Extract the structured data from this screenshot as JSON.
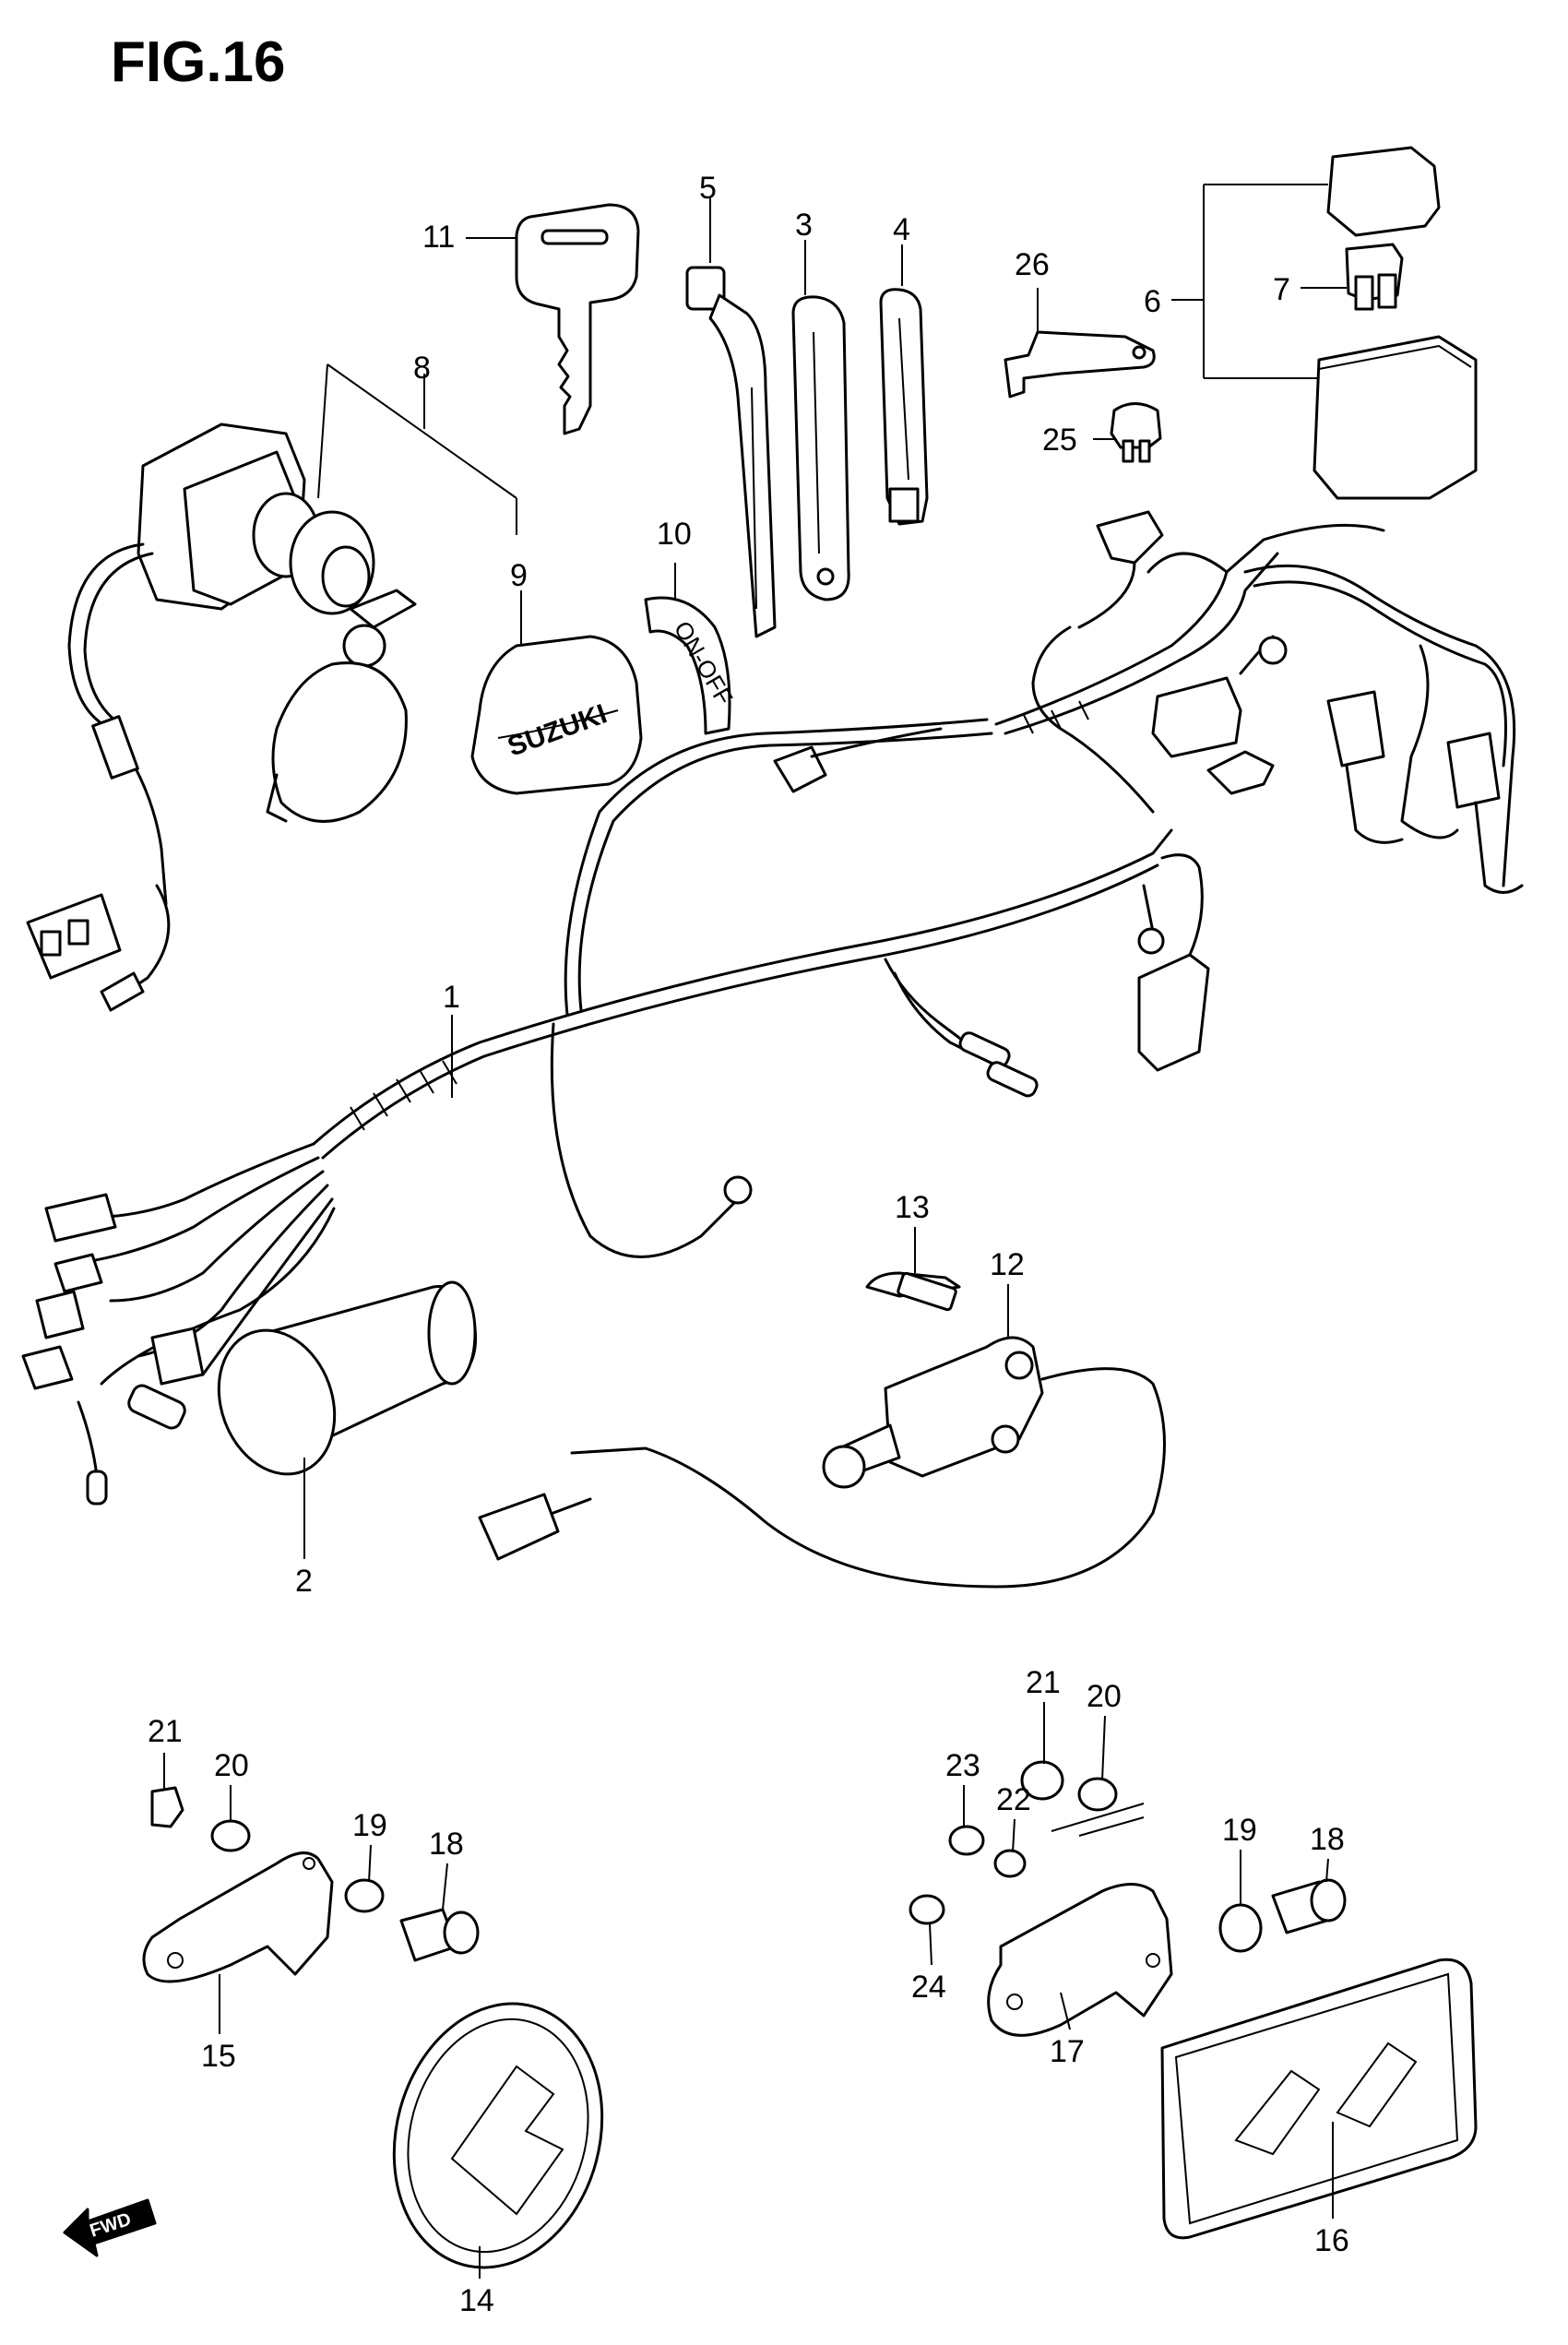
{
  "figure": {
    "title": "FIG.16"
  },
  "callouts": {
    "c1": "1",
    "c2": "2",
    "c3": "3",
    "c4": "4",
    "c5": "5",
    "c6": "6",
    "c7": "7",
    "c8": "8",
    "c9": "9",
    "c10": "10",
    "c11": "11",
    "c12": "12",
    "c13": "13",
    "c14": "14",
    "c15": "15",
    "c16": "16",
    "c17": "17",
    "c18a": "18",
    "c18b": "18",
    "c19a": "19",
    "c19b": "19",
    "c20a": "20",
    "c20b": "20",
    "c21a": "21",
    "c21b": "21",
    "c22": "22",
    "c23": "23",
    "c24": "24",
    "c25": "25",
    "c26": "26"
  },
  "fwd_marker": "FWD",
  "cap_lettering": "SUZUKI",
  "band_lettering": "ON-OFF"
}
